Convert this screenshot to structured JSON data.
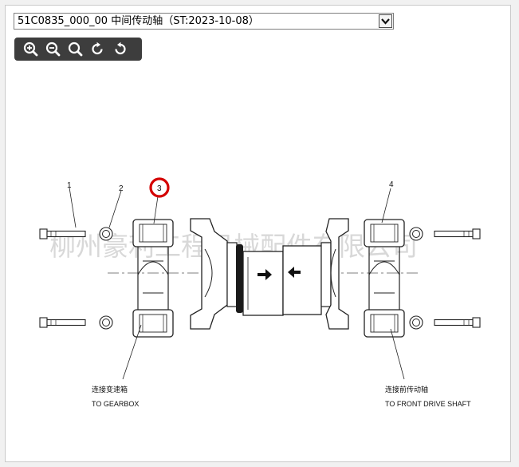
{
  "header": {
    "selected_document": "51C0835_000_00 中间传动轴（ST:2023-10-08）",
    "dropdown_icon": "chevron-down-icon"
  },
  "toolbar": {
    "buttons": [
      {
        "name": "zoom-in",
        "icon": "zoom-in-icon"
      },
      {
        "name": "zoom-out",
        "icon": "zoom-out-icon"
      },
      {
        "name": "zoom-fit",
        "icon": "magnifier-icon"
      },
      {
        "name": "rotate-right",
        "icon": "rotate-cw-icon"
      },
      {
        "name": "rotate-left",
        "icon": "rotate-ccw-icon"
      }
    ]
  },
  "diagram": {
    "callouts": {
      "c1": "1",
      "c2": "2",
      "c3": "3",
      "c4": "4"
    },
    "highlighted_callout": "3",
    "highlight_color": "#d40000",
    "left_label_cn": "连接变速箱",
    "left_label_en": "TO GEARBOX",
    "right_label_cn": "连接前传动轴",
    "right_label_en": "TO FRONT DRIVE SHAFT",
    "watermark": "柳州豪利工程机械配件有限公司"
  }
}
